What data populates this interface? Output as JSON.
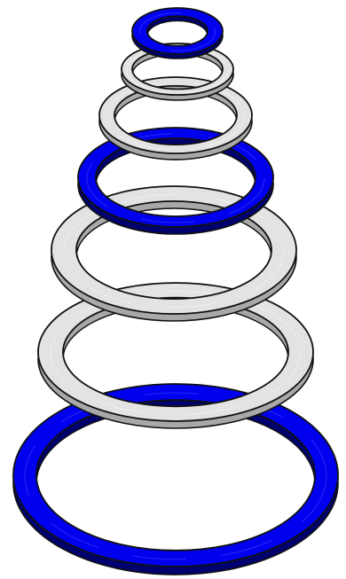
{
  "colors": {
    "background": "#ffffff",
    "outline": "#111111",
    "blue_ring": "#0000ee",
    "blue_ring_edge": "#00006e",
    "gray_ring": "#e3e3e3",
    "gray_ring_edge": "#a8a8a8"
  },
  "rings": [
    {
      "position": 1,
      "material": "blue"
    },
    {
      "position": 2,
      "material": "gray"
    },
    {
      "position": 3,
      "material": "gray"
    },
    {
      "position": 4,
      "material": "blue"
    },
    {
      "position": 5,
      "material": "gray"
    },
    {
      "position": 6,
      "material": "gray"
    },
    {
      "position": 7,
      "material": "blue"
    }
  ]
}
